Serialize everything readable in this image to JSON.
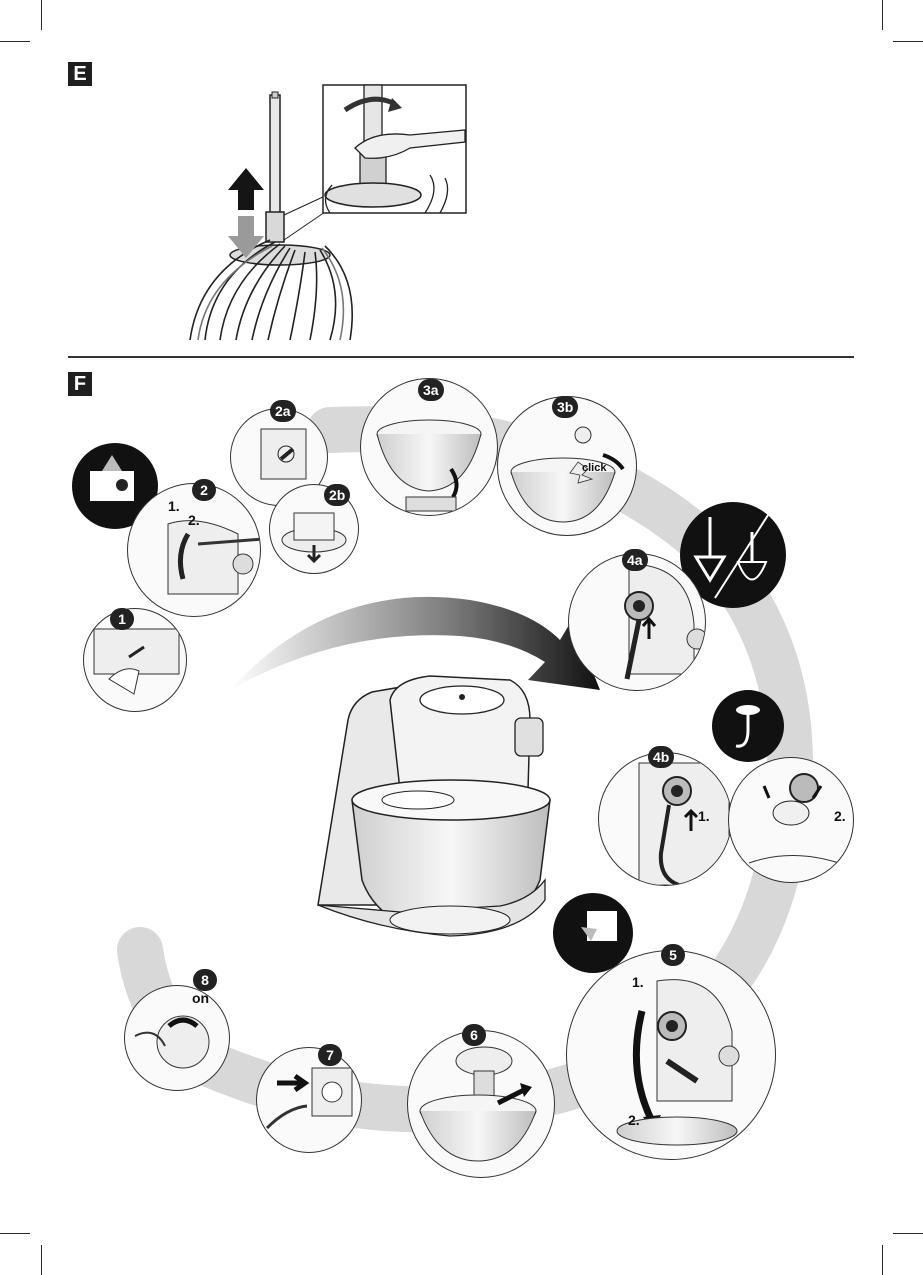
{
  "sections": {
    "e_label": "E",
    "f_label": "F"
  },
  "steps": {
    "s1": "1",
    "s2": "2",
    "s2a": "2a",
    "s2b": "2b",
    "s3a": "3a",
    "s3b": "3b",
    "s4a": "4a",
    "s4b": "4b",
    "s5": "5",
    "s6": "6",
    "s7": "7",
    "s8": "8"
  },
  "labels": {
    "step2_sub1": "1.",
    "step2_sub2": "2.",
    "step4b_sub1": "1.",
    "step4b_sub2": "2.",
    "step5_sub1": "1.",
    "step5_sub2": "2.",
    "click": "click",
    "on": "on"
  },
  "colors": {
    "ink": "#1a1a1a",
    "shadow_swirl": "#d4d4d4",
    "badge": "#222222",
    "background": "#ffffff"
  }
}
